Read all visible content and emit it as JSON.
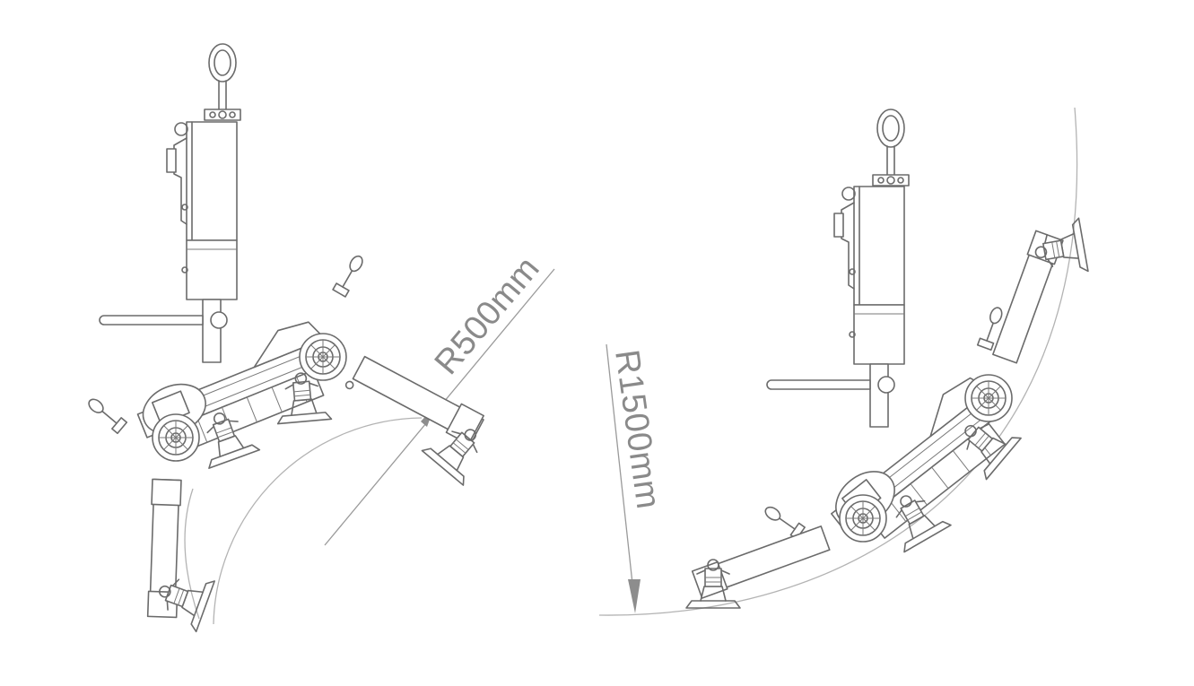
{
  "dimensions": {
    "left_radius_label": "R500mm",
    "right_radius_label": "R1500mm"
  },
  "colors": {
    "line": "#6b6b6b",
    "dimension": "#9a9a9a",
    "background": "#ffffff"
  },
  "icons": {
    "lifter": "vacuum-lifter-illustration",
    "pad": "suction-pad-icon",
    "arrow": "dimension-arrow-icon"
  }
}
